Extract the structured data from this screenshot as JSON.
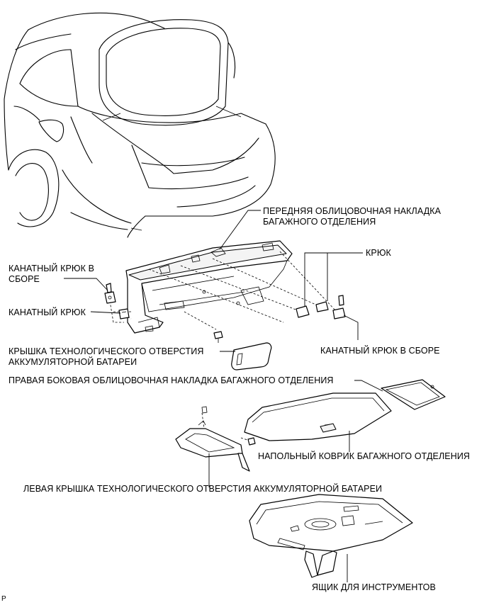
{
  "labels": {
    "front_trim_line1": "ПЕРЕДНЯЯ ОБЛИЦОВОЧНАЯ НАКЛАДКА",
    "front_trim_line2": "БАГАЖНОГО ОТДЕЛЕНИЯ",
    "hook": "КРЮК",
    "rope_hook_assy_left_line1": "КАНАТНЫЙ КРЮК В",
    "rope_hook_assy_left_line2": "СБОРЕ",
    "rope_hook": "КАНАТНЫЙ КРЮК",
    "service_hole_cover_line1": "КРЫШКА ТЕХНОЛОГИЧЕСКОГО ОТВЕРСТИЯ",
    "service_hole_cover_line2": "АККУМУЛЯТОРНОЙ БАТАРЕИ",
    "rope_hook_assy_right": "КАНАТНЫЙ КРЮК В СБОРЕ",
    "right_side_trim": "ПРАВАЯ БОКОВАЯ ОБЛИЦОВОЧНАЯ НАКЛАДКА БАГАЖНОГО ОТДЕЛЕНИЯ",
    "floor_mat": "НАПОЛЬНЫЙ КОВРИК БАГАЖНОГО ОТДЕЛЕНИЯ",
    "left_battery_cover": "ЛЕВАЯ КРЫШКА ТЕХНОЛОГИЧЕСКОГО ОТВЕРСТИЯ АККУМУЛЯТОРНОЙ БАТАРЕИ",
    "tool_box": "ЯЩИК ДЛЯ ИНСТРУМЕНТОВ",
    "corner_mark": "P"
  }
}
